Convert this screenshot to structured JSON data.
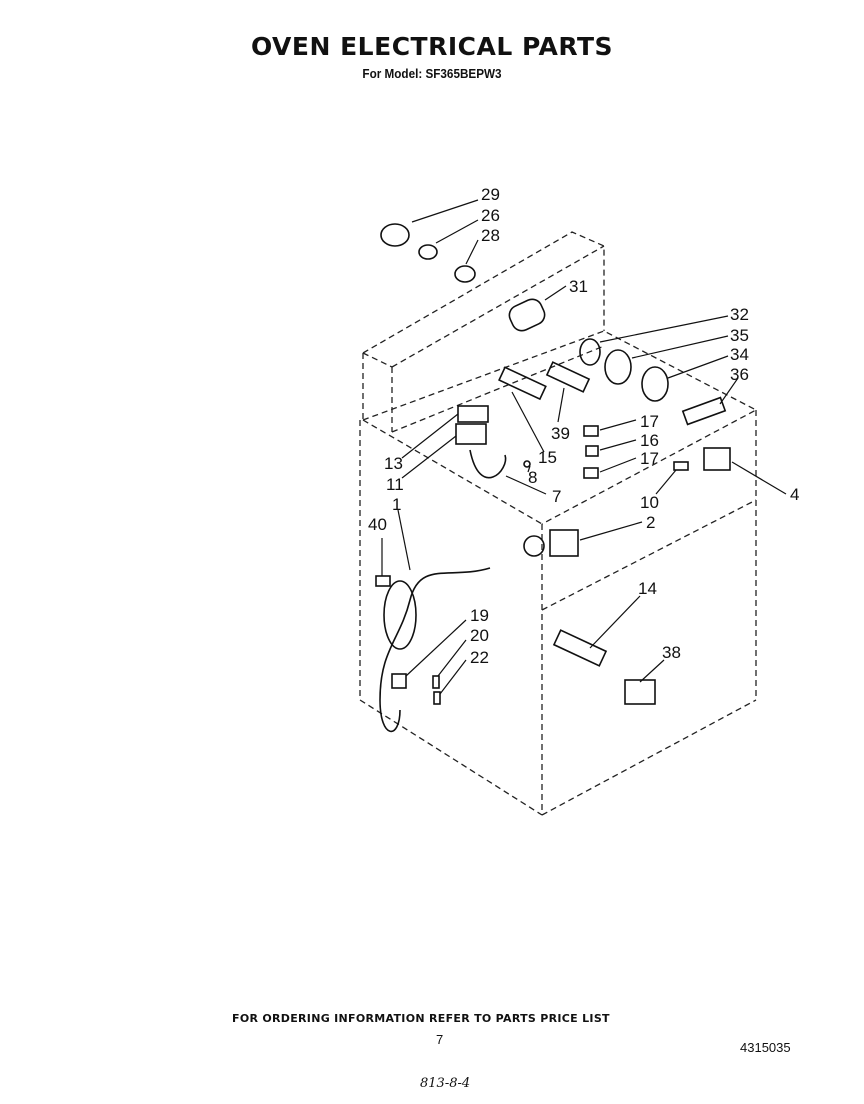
{
  "title": "OVEN ELECTRICAL PARTS",
  "subtitle": "For Model: SF365BEPW3",
  "footer": "FOR ORDERING INFORMATION REFER TO PARTS PRICE LIST",
  "page_number": "7",
  "doc_number": "4315035",
  "handwritten_note": "813-8-4",
  "callouts": {
    "c29": "29",
    "c26": "26",
    "c28": "28",
    "c31": "31",
    "c32": "32",
    "c35": "35",
    "c34": "34",
    "c36": "36",
    "c13": "13",
    "c11": "11",
    "c1": "1",
    "c15": "15",
    "c39": "39",
    "c17a": "17",
    "c16": "16",
    "c17b": "17",
    "c8": "8",
    "c7": "7",
    "c10": "10",
    "c4": "4",
    "c40": "40",
    "c2": "2",
    "c14": "14",
    "c19": "19",
    "c20": "20",
    "c22": "22",
    "c38": "38"
  }
}
